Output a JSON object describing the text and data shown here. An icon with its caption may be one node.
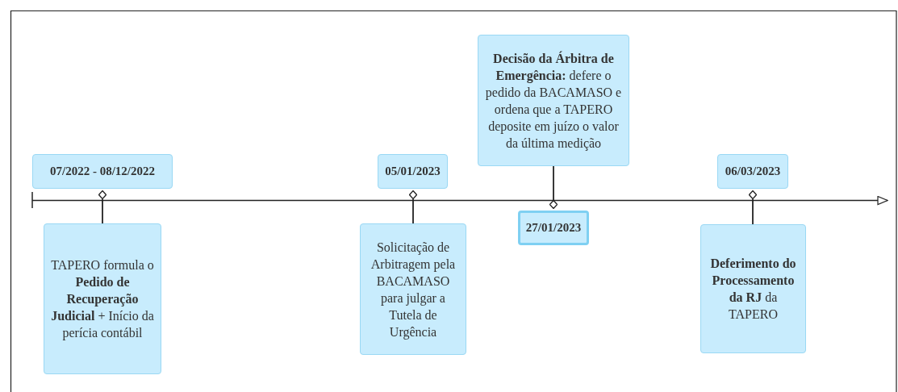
{
  "diagram": {
    "nodes": [
      {
        "text": [
          "07/2022 - 08/12/2022"
        ]
      },
      {
        "text": [],
        "shape": "diamond"
      },
      {
        "text": [
          "TAPERO formula o **Pedido de Recuperação Judicial** + Início da perícia contábil"
        ]
      },
      {
        "text": [
          "05/01/2023"
        ]
      },
      {
        "text": [],
        "shape": "diamond"
      },
      {
        "text": [
          "Solicitação de Arbitragem pela BACAMASO para julgar a Tutela de Urgência"
        ]
      },
      {
        "text": [
          "**Decisão da Árbitra de Emergência:** defere o pedido da BACAMASO e ordena que a TAPERO deposite em juízo o valor da última medição"
        ]
      },
      {
        "text": [],
        "shape": "diamond"
      },
      {
        "text": [
          "27/01/2023"
        ]
      },
      {
        "text": [
          "06/03/2023"
        ]
      },
      {
        "text": [],
        "shape": "diamond"
      },
      {
        "text": [
          "**Deferimento do Processamento da RJ** da TAPERO"
        ]
      }
    ],
    "edges": [
      {
        "from": 1,
        "to": 2,
        "arrow": "none"
      },
      {
        "from": 4,
        "to": 5,
        "arrow": "none"
      },
      {
        "from": 7,
        "to": 6,
        "arrow": "none"
      },
      {
        "from": 10,
        "to": 11,
        "arrow": "none"
      }
    ]
  }
}
